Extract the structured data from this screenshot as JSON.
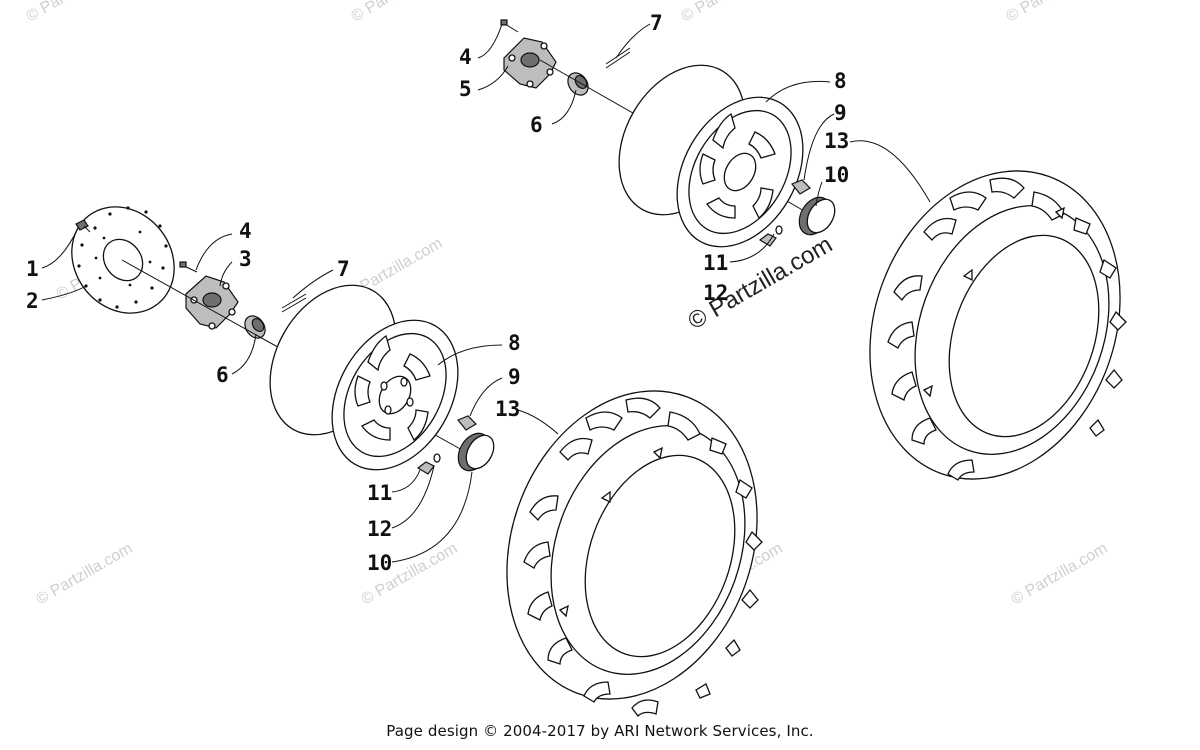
{
  "callouts": [
    {
      "label": "1"
    },
    {
      "label": "2"
    },
    {
      "label": "4"
    },
    {
      "label": "3"
    },
    {
      "label": "7"
    },
    {
      "label": "6"
    },
    {
      "label": "8"
    },
    {
      "label": "9"
    },
    {
      "label": "13"
    },
    {
      "label": "11"
    },
    {
      "label": "12"
    },
    {
      "label": "10"
    },
    {
      "label": "4"
    },
    {
      "label": "5"
    },
    {
      "label": "7"
    },
    {
      "label": "6"
    },
    {
      "label": "8"
    },
    {
      "label": "9"
    },
    {
      "label": "13"
    },
    {
      "label": "10"
    },
    {
      "label": "11"
    },
    {
      "label": "12"
    }
  ],
  "watermark": {
    "small": "© Partzilla.com",
    "main": "© Partzilla.com"
  },
  "footer": {
    "text": "Page design © 2004-2017 by ARI Network Services, Inc."
  },
  "colors": {
    "line": "#111111",
    "watermark": "#cfcfcf",
    "background": "#ffffff"
  }
}
